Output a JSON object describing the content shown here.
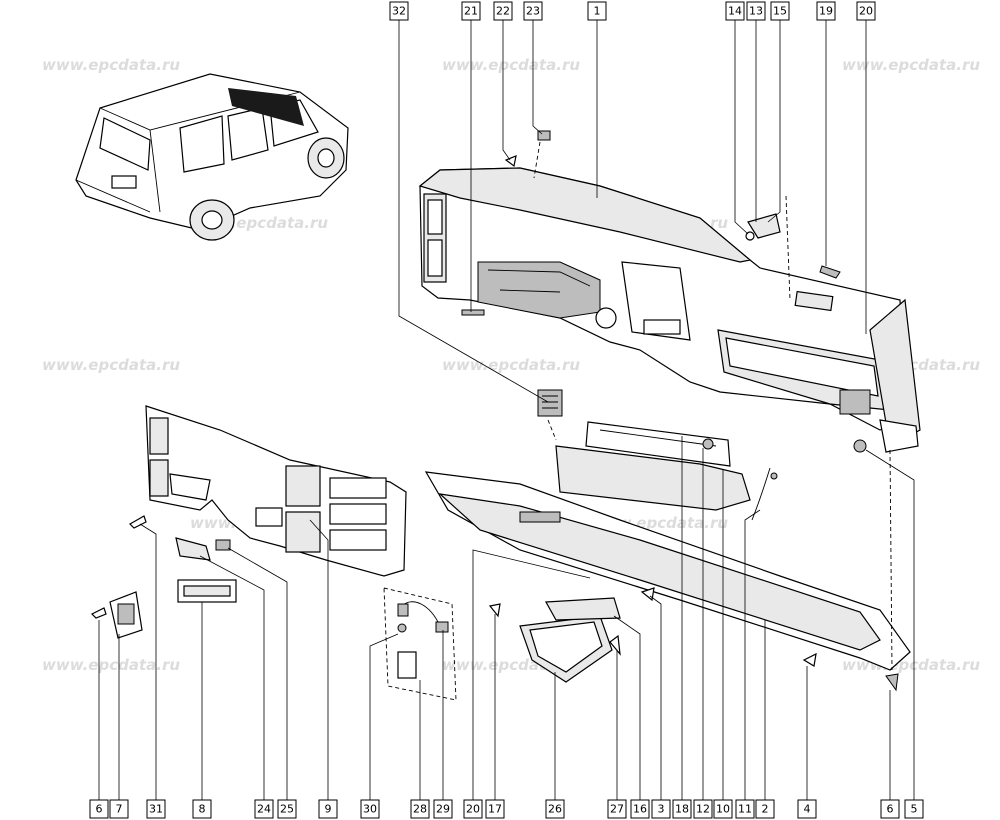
{
  "watermark": "www.epcdata.ru",
  "callouts_top": [
    "32",
    "21",
    "22",
    "23",
    "1",
    "14",
    "13",
    "15",
    "19",
    "20"
  ],
  "callouts_bottom": [
    "6",
    "7",
    "31",
    "8",
    "24",
    "25",
    "9",
    "30",
    "28",
    "29",
    "20",
    "17",
    "26",
    "27",
    "16",
    "3",
    "18",
    "12",
    "10",
    "11",
    "2",
    "4",
    "6",
    "5"
  ]
}
